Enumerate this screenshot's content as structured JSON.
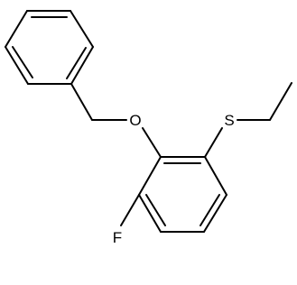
{
  "structure": {
    "atoms": {
      "oxygen": "O",
      "sulfur": "S",
      "fluorine": "F"
    },
    "colors": {
      "bond": "#000000",
      "label": "#000000",
      "background": "#ffffff"
    }
  }
}
